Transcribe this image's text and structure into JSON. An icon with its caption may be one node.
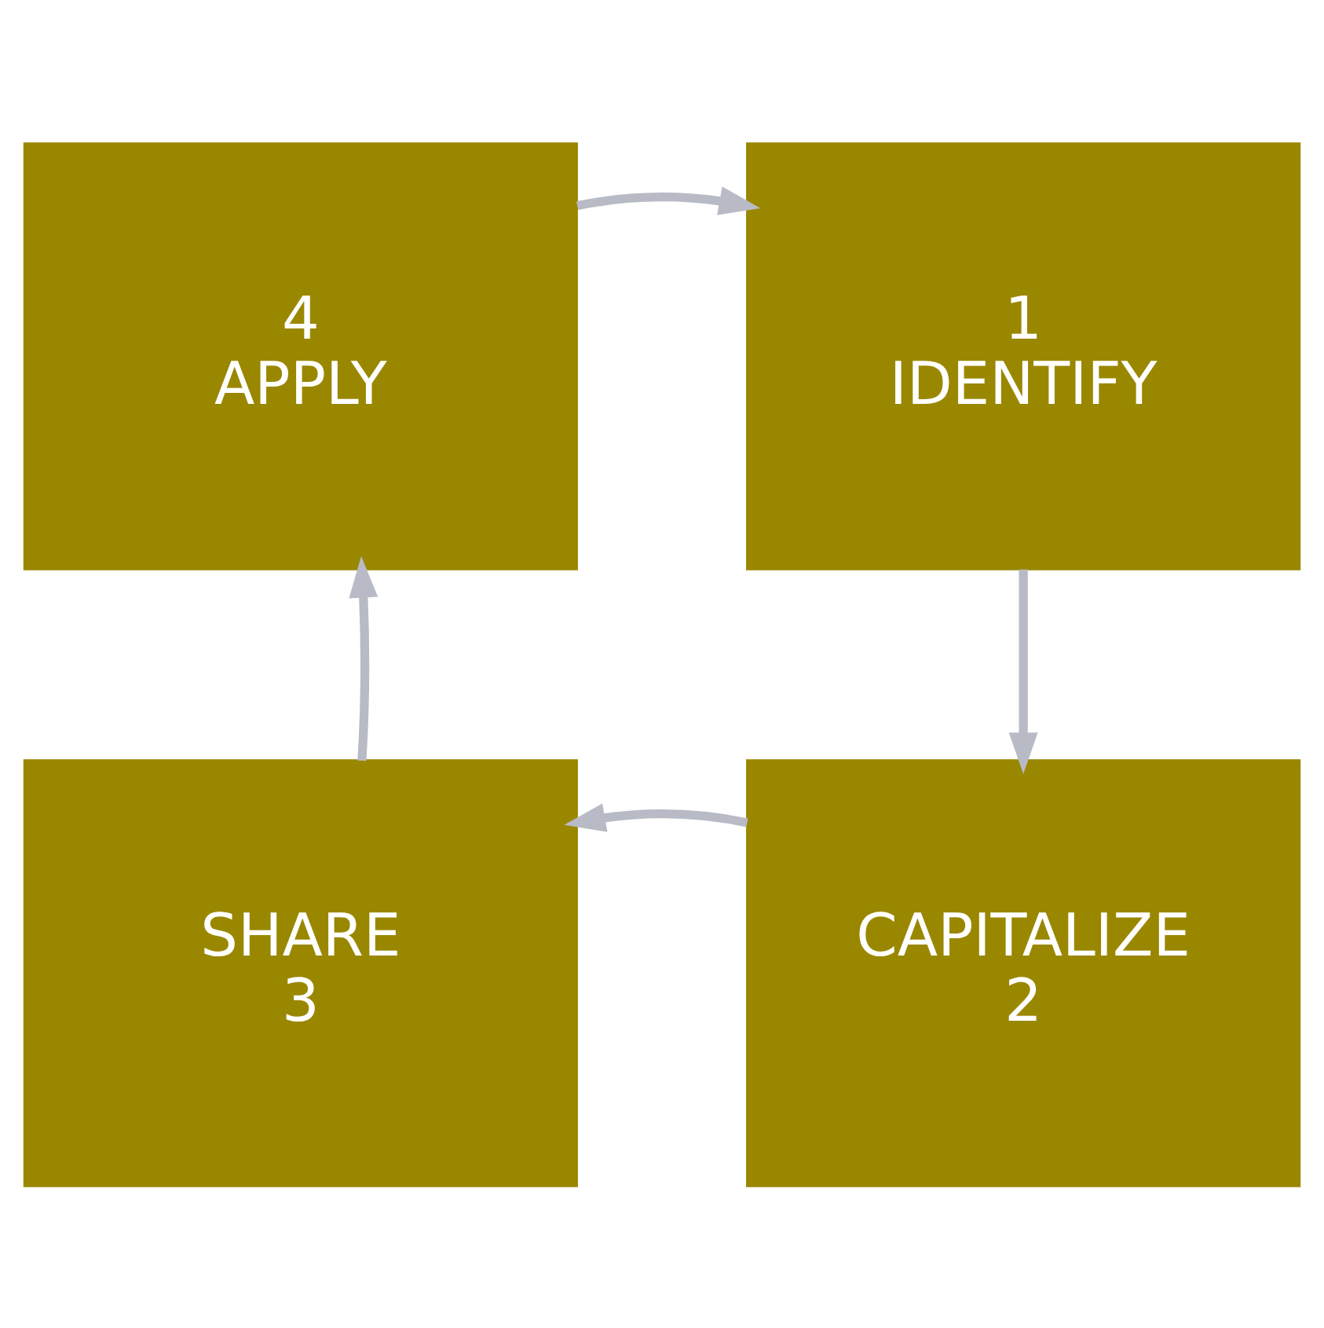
{
  "diagram": {
    "nodes": [
      {
        "text": [
          "4",
          "APPLY"
        ]
      },
      {
        "text": [
          "1",
          "IDENTIFY"
        ]
      },
      {
        "text": [
          "SHARE",
          "3"
        ]
      },
      {
        "text": [
          "CAPITALIZE",
          "2"
        ]
      }
    ],
    "edges": [
      {
        "from": 0,
        "to": 1,
        "arrow": "to"
      },
      {
        "from": 1,
        "to": 3,
        "arrow": "to"
      },
      {
        "from": 3,
        "to": 2,
        "arrow": "to"
      },
      {
        "from": 2,
        "to": 0,
        "arrow": "to"
      }
    ]
  }
}
